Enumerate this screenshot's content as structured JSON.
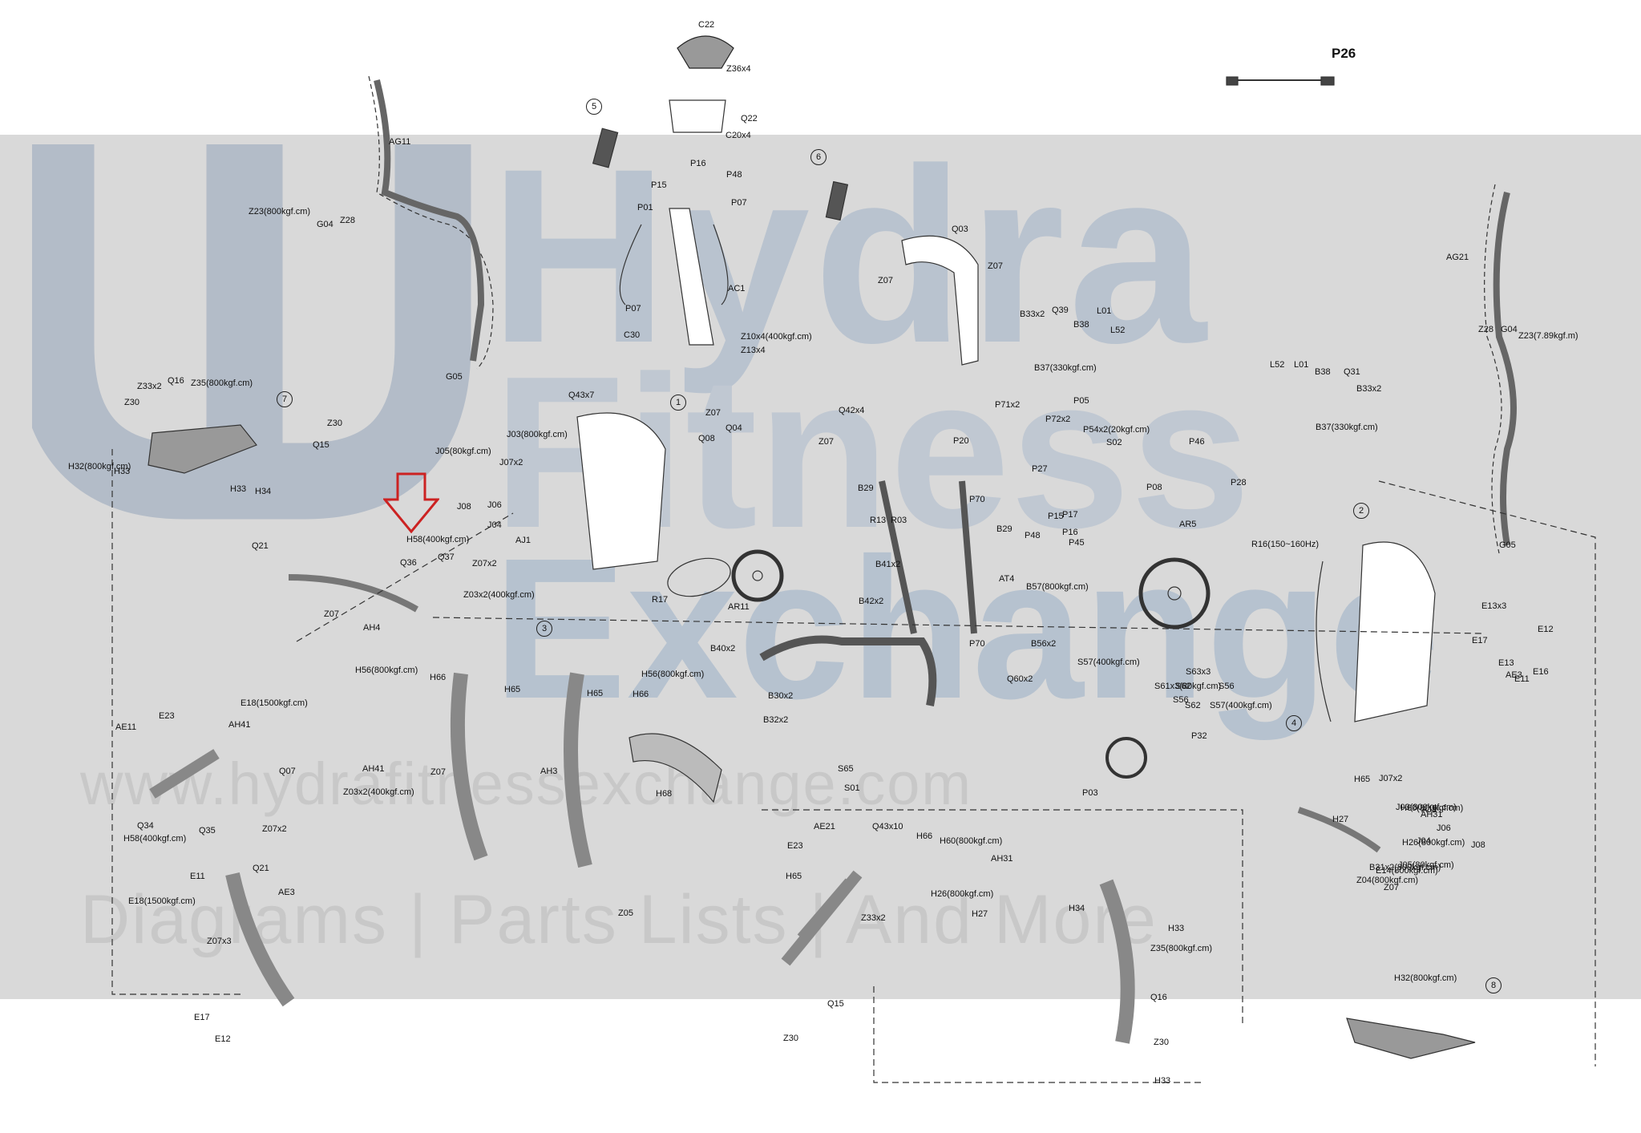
{
  "watermark": {
    "line1": "Hydra",
    "line2": "Fitness",
    "line3": "Exchange",
    "url": "www.hydrafitnessexchange.com",
    "tagline": "Diagrams | Parts Lists | And More",
    "logo_icon": "hydra-logo-icon",
    "band_color": "#d9d9d9",
    "text_color": "#b9c3cf"
  },
  "highlight": {
    "arrow_icon": "red-down-arrow-icon",
    "color": "#cc2222",
    "target_part": "H58(400kgf.cm)"
  },
  "callouts": [
    "1",
    "2",
    "3",
    "4",
    "5",
    "6",
    "7",
    "8"
  ],
  "part_labels": [
    "C22",
    "Z36x4",
    "Q22",
    "C20x4",
    "P26",
    "P16",
    "P48",
    "P15",
    "P01",
    "P07",
    "P07",
    "AC1",
    "C30",
    "Z10x4(400kgf.cm)",
    "Z13x4",
    "Q03",
    "Z07",
    "Z07",
    "B33x2",
    "Q39",
    "B38",
    "L01",
    "L52",
    "B37(330kgf.cm)",
    "L52",
    "L01",
    "B38",
    "Q31",
    "B33x2",
    "B37(330kgf.cm)",
    "AG11",
    "Z23(800kgf.cm)",
    "G04",
    "Z28",
    "G05",
    "AG21",
    "Z28",
    "G04",
    "Z23(7.89kgf.m)",
    "G05",
    "Z33x2",
    "Q16",
    "Z35(800kgf.cm)",
    "Z30",
    "Z30",
    "Q15",
    "H32(800kgf.cm)",
    "H33",
    "H33",
    "H34",
    "Q43x7",
    "J05(80kgf.cm)",
    "J03(800kgf.cm)",
    "J07x2",
    "J08",
    "J06",
    "J04",
    "AJ1",
    "Z07",
    "Q04",
    "Q42x4",
    "Q08",
    "Z07",
    "P71x2",
    "P72x2",
    "P05",
    "P54x2(20kgf.cm)",
    "P20",
    "S02",
    "P46",
    "P27",
    "P08",
    "P28",
    "B29",
    "R13",
    "R03",
    "P70",
    "B29",
    "P15",
    "P17",
    "P48",
    "P16",
    "P45",
    "AR5",
    "R16(150~160Hz)",
    "B41x2",
    "AT4",
    "B57(800kgf.cm)",
    "B42x2",
    "P70",
    "B56x2",
    "R17",
    "AR11",
    "H58(400kgf.cm)",
    "Q37",
    "Z07x2",
    "Q36",
    "Z03x2(400kgf.cm)",
    "Q21",
    "Z07",
    "AH4",
    "H56(800kgf.cm)",
    "H66",
    "H65",
    "H65",
    "H56(800kgf.cm)",
    "H66",
    "B40x2",
    "B30x2",
    "B32x2",
    "S57(400kgf.cm)",
    "Q60x2",
    "S63x3",
    "S61x3(80kgf.cm)",
    "S62",
    "S56",
    "S56",
    "S62",
    "S57(400kgf.cm)",
    "P32",
    "S65",
    "S01",
    "P03",
    "Q43x10",
    "J03(800kgf.cm)",
    "J07x2",
    "AJ1",
    "J04",
    "J06",
    "J08",
    "J05(80kgf.cm)",
    "E14(800kgf.cm)",
    "E13x3",
    "E12",
    "E17",
    "E13",
    "AE3",
    "E11",
    "E16",
    "E18(1500kgf.cm)",
    "AE11",
    "E23",
    "AH41",
    "AH41",
    "Q07",
    "Z03x2(400kgf.cm)",
    "Q35",
    "Z07x2",
    "Q21",
    "Q34",
    "H58(400kgf.cm)",
    "Z07",
    "AH3",
    "H68",
    "H65",
    "H60(800kgf.cm)",
    "AH31",
    "H27",
    "H26(800kgf.cm)",
    "B31x2(800kgf.cm)",
    "Z04(800kgf.cm)",
    "Z07",
    "E11",
    "AE3",
    "E18(1500kgf.cm)",
    "Z07x3",
    "E17",
    "E12",
    "Z05",
    "AE21",
    "E23",
    "H65",
    "H66",
    "H60(800kgf.cm)",
    "AH31",
    "H26(800kgf.cm)",
    "H27",
    "Z33x2",
    "Q15",
    "Z30",
    "H34",
    "H33",
    "Z35(800kgf.cm)",
    "Q16",
    "Z30",
    "H33",
    "H32(800kgf.cm)"
  ]
}
